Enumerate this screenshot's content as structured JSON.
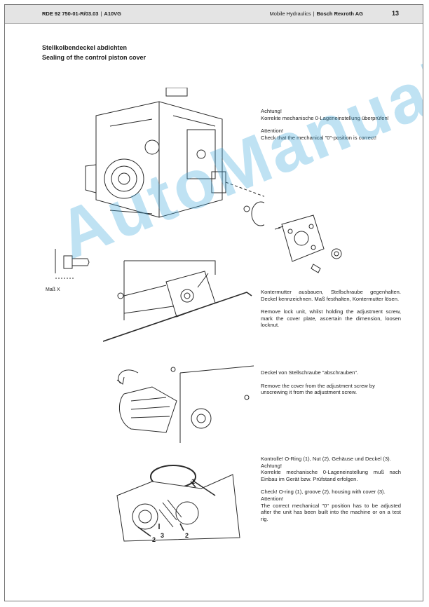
{
  "header": {
    "doc_id": "RDE 92 750-01-R/03.03",
    "product": "A10VG",
    "division": "Mobile Hydraulics",
    "company": "Bosch Rexroth AG",
    "page_number": "13"
  },
  "section": {
    "title_de": "Stellkolbendeckel abdichten",
    "title_en": "Sealing of the control piston cover"
  },
  "step1": {
    "de_heading": "Achtung!",
    "de_text": "Korrekte mechanische 0-Lageneinstellung überprüfen!",
    "en_heading": "Attention!",
    "en_text": "Check that the mechanical \"0\"-position is correct!"
  },
  "step2": {
    "de_text": "Kontermutter ausbauen, Stellschraube gegenhalten. Deckel kennzeichnen. Maß festhalten, Kontermutter lösen.",
    "en_text": "Remove lock unit, whilst holding the adjustment screw, mark the cover plate, ascertain the dimension, loosen locknut.",
    "mass_label": "Maß X"
  },
  "step3": {
    "de_text": "Deckel von Stellschraube \"abschrauben\".",
    "en_text": "Remove the cover from the adjustment screw by unscrewing it from the adjustment screw."
  },
  "step4": {
    "de_line1": "Kontrolle! O-Ring (1), Nut (2), Gehäuse und Deckel (3).",
    "de_line2": "Achtung!",
    "de_line3": "Korrekte mechanische 0-Lageneinstellung muß nach Einbau im Gerät bzw. Prüfstand erfolgen.",
    "en_line1": "Check! O-ring (1), groove (2), housing with cover (3).",
    "en_line2": "Attention!",
    "en_line3": "The correct mechanical \"0\" position has to be adjusted after the unit has been built into the machine or on a test rig.",
    "callouts": [
      "1",
      "2",
      "3",
      "2"
    ]
  },
  "watermark": "AutoManual",
  "colors": {
    "header_bg": "#e4e4e4",
    "watermark": "#3aa7dd",
    "text": "#1a1a1a"
  }
}
